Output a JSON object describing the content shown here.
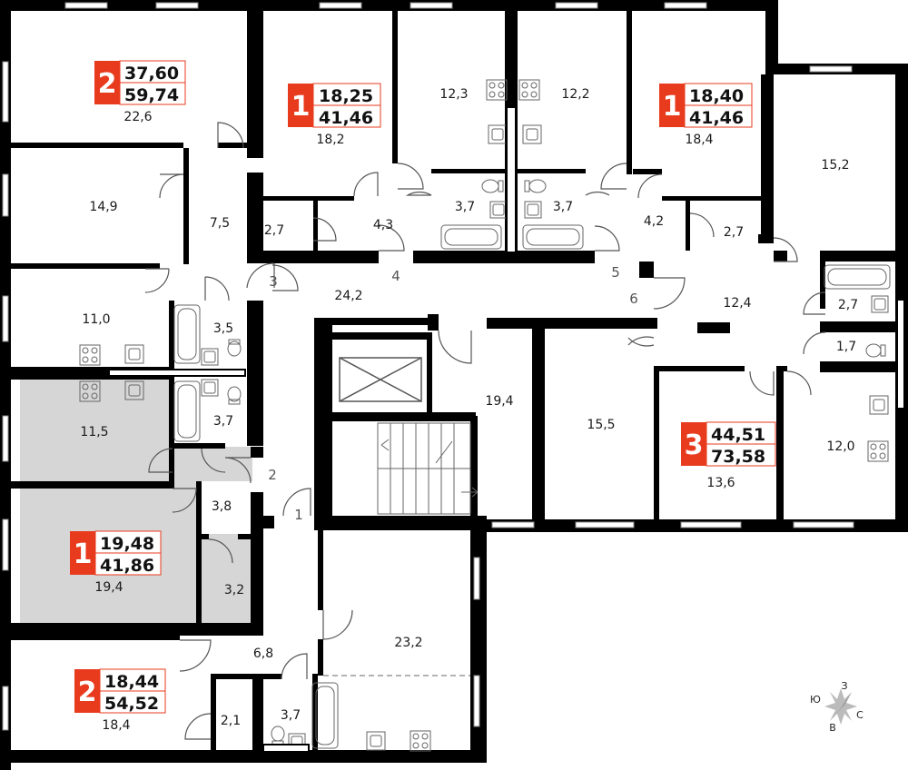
{
  "colors": {
    "wall": "#000000",
    "badge": "#e83b1e",
    "highlight": "#d6d6d6",
    "window": "#ffffff",
    "fixture": "#666666",
    "door": "#555555"
  },
  "apartments": [
    {
      "id": "apt-a",
      "rooms": "2",
      "living_area": "37,60",
      "total_area": "59,74",
      "highlighted": false
    },
    {
      "id": "apt-b",
      "rooms": "1",
      "living_area": "18,25",
      "total_area": "41,46",
      "highlighted": false
    },
    {
      "id": "apt-c",
      "rooms": "1",
      "living_area": "18,40",
      "total_area": "41,46",
      "highlighted": false
    },
    {
      "id": "apt-d",
      "rooms": "3",
      "living_area": "44,51",
      "total_area": "73,58",
      "highlighted": false
    },
    {
      "id": "apt-e",
      "rooms": "1",
      "living_area": "19,48",
      "total_area": "41,86",
      "highlighted": true
    },
    {
      "id": "apt-f",
      "rooms": "2",
      "living_area": "18,44",
      "total_area": "54,52",
      "highlighted": false
    }
  ],
  "room_areas": [
    "22,6",
    "18,2",
    "12,3",
    "12,2",
    "18,4",
    "15,2",
    "14,9",
    "7,5",
    "2,7",
    "4,3",
    "3,7",
    "3,7",
    "4,2",
    "2,7",
    "24,2",
    "12,4",
    "2,7",
    "1,7",
    "11,0",
    "3,5",
    "19,4",
    "15,5",
    "12,0",
    "13,6",
    "11,5",
    "3,7",
    "3,8",
    "19,4",
    "3,2",
    "23,2",
    "6,8",
    "3,7",
    "2,1",
    "18,4"
  ],
  "door_numbers": [
    "1",
    "2",
    "3",
    "4",
    "5",
    "6"
  ],
  "compass": {
    "north": "З",
    "east": "С",
    "south": "В",
    "west": "Ю"
  }
}
